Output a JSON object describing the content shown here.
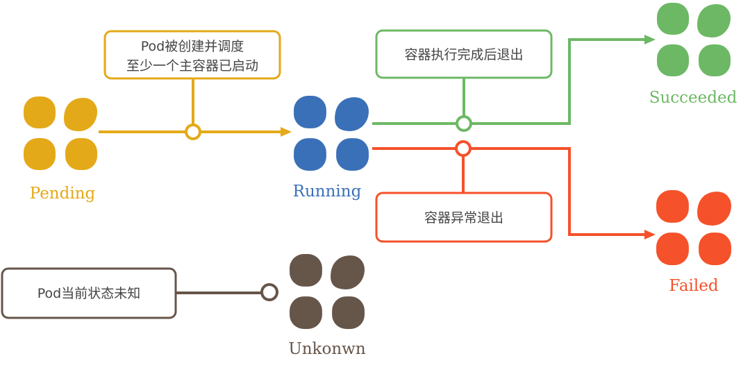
{
  "colors": {
    "pending": "#E4A918",
    "running": "#3A70B8",
    "succeeded": "#6DB865",
    "failed": "#F5512A",
    "unknown": "#665549",
    "text": "#444444",
    "background": "#FFFFFF"
  },
  "states": {
    "pending": {
      "label": "Pending",
      "icon": "pod-blob-icon"
    },
    "running": {
      "label": "Running",
      "icon": "pod-blob-icon"
    },
    "succeeded": {
      "label": "Succeeded",
      "icon": "pod-blob-icon"
    },
    "failed": {
      "label": "Failed",
      "icon": "pod-blob-icon"
    },
    "unknown": {
      "label": "Unkonwn",
      "icon": "pod-blob-icon"
    }
  },
  "transitions": {
    "pending_to_running": {
      "line1": "Pod被创建并调度",
      "line2": "至少一个主容器已启动"
    },
    "running_to_succeeded": {
      "text": "容器执行完成后退出"
    },
    "running_to_failed": {
      "text": "容器异常退出"
    },
    "unknown_note": {
      "text": "Pod当前状态未知"
    }
  }
}
